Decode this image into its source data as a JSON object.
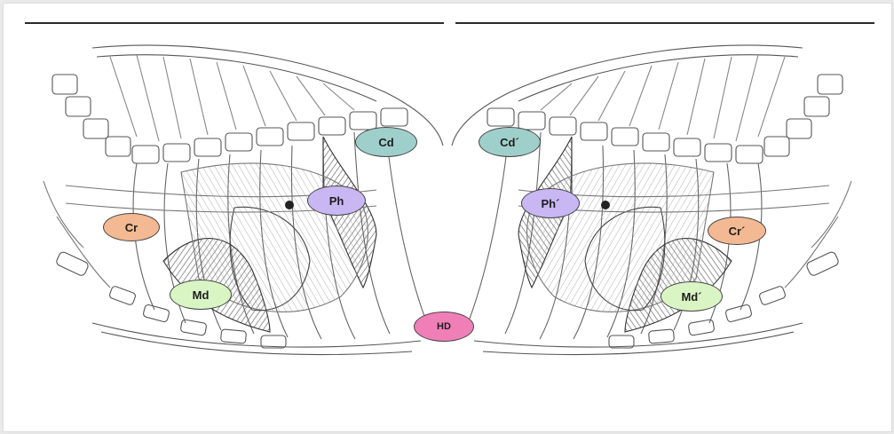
{
  "colors": {
    "cranial": "#f3b992",
    "middle": "#d9f5c4",
    "caudal": "#9fcfcb",
    "perihilar": "#c8b7f2",
    "heart_diaphragm": "#f07fb8"
  },
  "labels": {
    "cr_left": "Cr",
    "md_left": "Md",
    "ph_left": "Ph",
    "cd_left": "Cd",
    "hd": "HD",
    "cd_right": "Cd´",
    "ph_right": "Ph´",
    "cr_right": "Cr´",
    "md_right": "Md´"
  }
}
